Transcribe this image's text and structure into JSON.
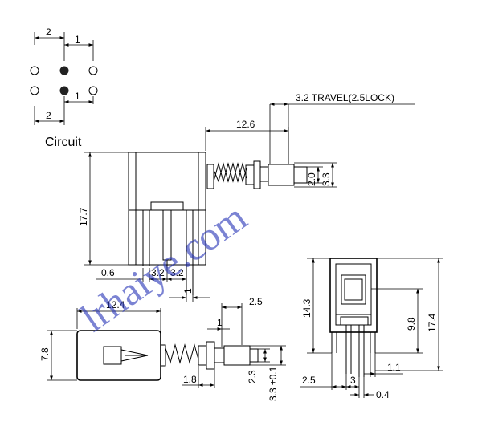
{
  "circuit": {
    "label": "Circuit",
    "dim_top_2": "2",
    "dim_top_1": "1",
    "dim_mid_1": "1",
    "dim_bottom_2": "2"
  },
  "side_view": {
    "travel_label": "3.2 TRAVEL(2.5LOCK)",
    "dim_12_6": "12.6",
    "dim_2_0": "2.0",
    "dim_3_3": "3.3",
    "dim_17_7": "17.7",
    "dim_0_6": "0.6",
    "dim_3_2_a": "3.2",
    "dim_3_2_b": "3.2",
    "dim_1": "1"
  },
  "top_view": {
    "dim_12_4": "12.4",
    "dim_2_5": "2.5",
    "dim_1": "1",
    "dim_7_8": "7.8",
    "dim_1_8": "1.8",
    "dim_2_3": "2.3",
    "dim_3_3": "3.3",
    "dim_tol": "±0.1"
  },
  "end_view": {
    "dim_14_3": "14.3",
    "dim_9_8": "9.8",
    "dim_17_4": "17.4",
    "dim_2_5": "2.5",
    "dim_3": "3",
    "dim_1_1": "1.1",
    "dim_0_4": "0.4"
  },
  "watermark": "lrhaiye.com"
}
